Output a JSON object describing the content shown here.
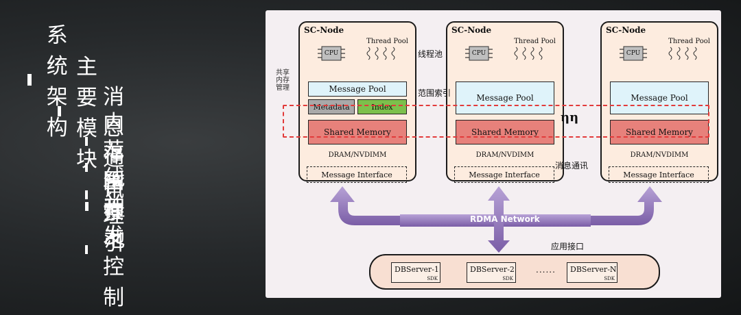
{
  "outline": {
    "title": "系统架构",
    "subtitle": "主要模块",
    "items": [
      "消息通讯",
      "内存管理",
      "范围索引",
      "线程池",
      "并发控制"
    ]
  },
  "diagram": {
    "nodes": [
      {
        "title": "SC-Node",
        "cpu": "CPU",
        "thread_pool": "Thread Pool",
        "message_pool": "Message Pool",
        "metadata": "Metadata",
        "index": "Index",
        "shared_memory": "Shared Memory",
        "dram": "DRAM/NVDIMM",
        "message_interface": "Message Interface"
      },
      {
        "title": "SC-Node",
        "cpu": "CPU",
        "thread_pool": "Thread Pool",
        "message_pool": "Message Pool",
        "shared_memory": "Shared Memory",
        "dram": "DRAM/NVDIMM",
        "message_interface": "Message Interface"
      },
      {
        "title": "SC-Node",
        "cpu": "CPU",
        "thread_pool": "Thread Pool",
        "message_pool": "Message Pool",
        "shared_memory": "Shared Memory",
        "dram": "DRAM/NVDIMM",
        "message_interface": "Message Interface"
      }
    ],
    "notes": {
      "thread_pool": "线程池",
      "range_index": "范围索引",
      "shared_mem_mgmt": "共享内存管理",
      "messaging": "消息通讯",
      "app_interface": "应用接口"
    },
    "eta": "ηη",
    "network": "RDMA Network",
    "servers": [
      {
        "name": "DBServer-1",
        "sdk": "SDK"
      },
      {
        "name": "DBServer-2",
        "sdk": "SDK"
      },
      {
        "name": "DBServer-N",
        "sdk": "SDK"
      }
    ],
    "ellipsis": "......",
    "colors": {
      "node_bg": "#fdecdf",
      "message_pool": "#dff3fa",
      "metadata": "#a9a9a9",
      "index": "#7cc04c",
      "shared_memory": "#e7817b",
      "dash_outline": "#e23a3a",
      "network_arrow": "#8a6fb0"
    }
  }
}
